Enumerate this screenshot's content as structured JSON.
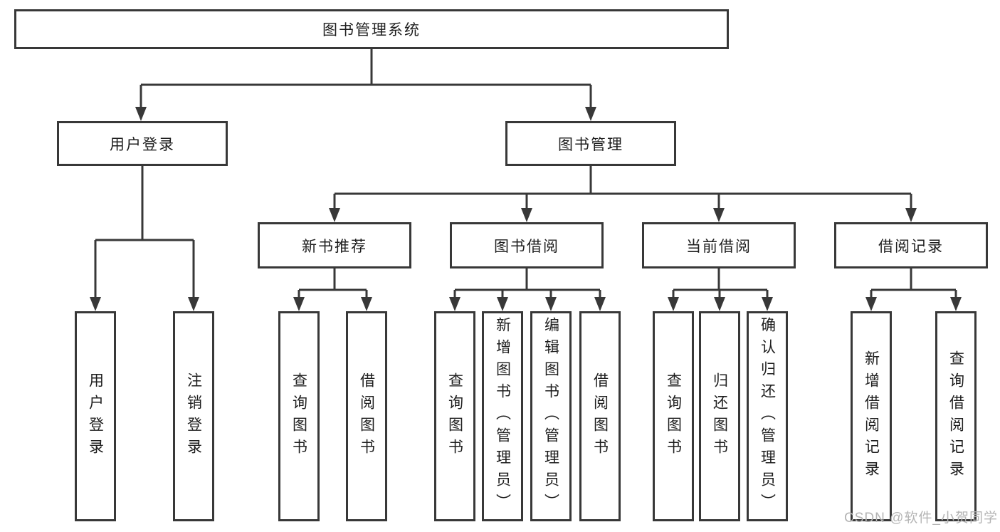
{
  "root": {
    "label": "图书管理系统"
  },
  "level2": [
    {
      "label": "用户登录"
    },
    {
      "label": "图书管理"
    }
  ],
  "level3": [
    {
      "label": "新书推荐"
    },
    {
      "label": "图书借阅"
    },
    {
      "label": "当前借阅"
    },
    {
      "label": "借阅记录"
    }
  ],
  "leaves": {
    "user_login": [
      {
        "label": "用户登录"
      },
      {
        "label": "注销登录"
      }
    ],
    "new_book_recommend": [
      {
        "label": "查询图书"
      },
      {
        "label": "借阅图书"
      }
    ],
    "book_borrow": [
      {
        "label": "查询图书"
      },
      {
        "label": "新增图书（管理员）"
      },
      {
        "label": "编辑图书（管理员）"
      },
      {
        "label": "借阅图书"
      }
    ],
    "current_borrow": [
      {
        "label": "查询图书"
      },
      {
        "label": "归还图书"
      },
      {
        "label": "确认归还（管理员）"
      }
    ],
    "borrow_record": [
      {
        "label": "新增借阅记录"
      },
      {
        "label": "查询借阅记录"
      }
    ]
  },
  "watermark": {
    "text": "CSDN @软件_小贺同学"
  },
  "colors": {
    "line": "#383838",
    "box_border": "#383838",
    "box_fill": "#ffffff",
    "text": "#1e1e1e",
    "watermark": "#b4b4b4",
    "background": "#ffffff"
  }
}
